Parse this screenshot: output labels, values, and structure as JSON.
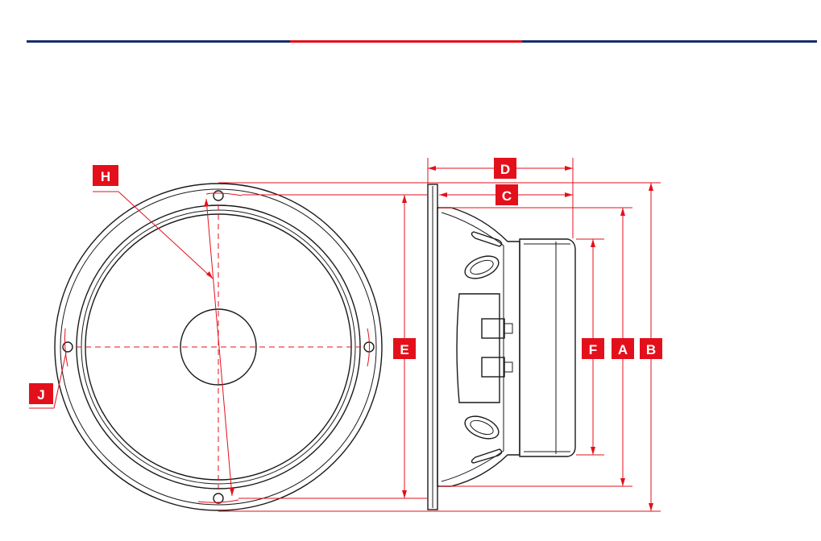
{
  "colors": {
    "accent_red": "#e3101b",
    "rule_blue": "#16306b",
    "line_dark": "#1a1a1a"
  },
  "labels": {
    "A": "A",
    "B": "B",
    "C": "C",
    "D": "D",
    "E": "E",
    "F": "F",
    "H": "H",
    "J": "J"
  }
}
